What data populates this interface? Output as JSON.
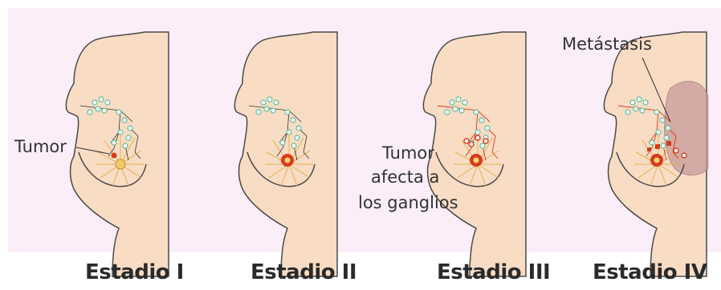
{
  "stages": [
    {
      "label": "Estadio I"
    },
    {
      "label": "Estadio II"
    },
    {
      "label": "Estadio III"
    },
    {
      "label": "Estadio IV"
    }
  ],
  "annotations": {
    "tumor": "Tumor",
    "ganglios_line1": "Tumor",
    "ganglios_line2": "afecta a",
    "ganglios_line3": "los ganglios",
    "metastasis": "Metástasis"
  },
  "colors": {
    "background": "#fbeef8",
    "skin": "#f8dcc4",
    "outline": "#4a4a4a",
    "lymph_node": "#8fd3b7",
    "tumor": "#d63a1e",
    "tumor_core": "#f7d36a",
    "gland": "#f3c86a",
    "metastasis_area": "#c99a9a"
  }
}
